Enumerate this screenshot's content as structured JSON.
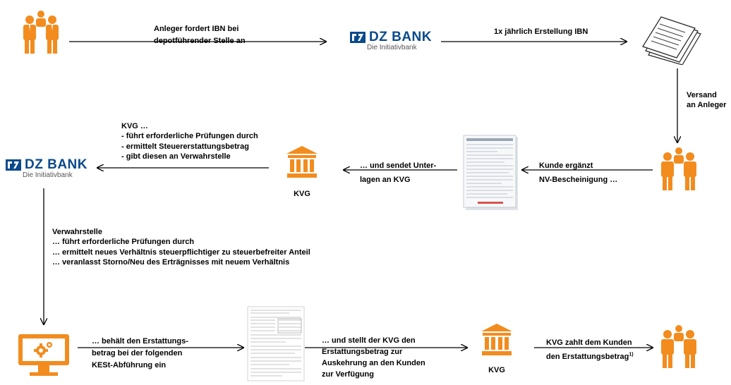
{
  "colors": {
    "orange": "#F28C1E",
    "dz_blue": "#0a4a8c",
    "line": "#000000"
  },
  "icons": {
    "investor": "people-group-icon",
    "document": "paper-stack-icon",
    "kvg": "bank-building-icon",
    "computer": "computer-settings-icon",
    "form": "tax-form-icon"
  },
  "dz_bank": {
    "name": "DZ BANK",
    "tagline": "Die Initiativbank"
  },
  "steps": {
    "step1": [
      "Anleger fordert IBN bei",
      "depotführender Stelle an"
    ],
    "step2": "1x jährlich Erstellung IBN",
    "step3": [
      "Versand",
      "an Anleger"
    ],
    "step4": [
      "Kunde ergänzt",
      "NV-Bescheinigung …"
    ],
    "step5": [
      "… und sendet Unter-",
      "lagen an KVG"
    ],
    "step6": [
      "KVG …",
      "-  führt erforderliche Prüfungen durch",
      "-  ermittelt  Steuererstattungsbetrag",
      "-  gibt diesen an Verwahrstelle"
    ],
    "step7": [
      "Verwahrstelle",
      "… führt erforderliche Prüfungen durch",
      "… ermittelt neues Verhältnis steuerpflichtiger zu steuerbefreiter Anteil",
      "… veranlasst Storno/Neu des Erträgnisses mit neuem Verhältnis"
    ],
    "step8": [
      "… behält den Erstattungs-",
      "betrag bei der folgenden",
      "KESt-Abführung ein"
    ],
    "step9": [
      "… und stellt der KVG den",
      "Erstattungsbetrag zur",
      "Auskehrung an den Kunden",
      "zur Verfügung"
    ],
    "step10": [
      "KVG zahlt dem Kunden",
      "den Erstattungsbetrag",
      "1)"
    ]
  },
  "kvg_label": "KVG"
}
